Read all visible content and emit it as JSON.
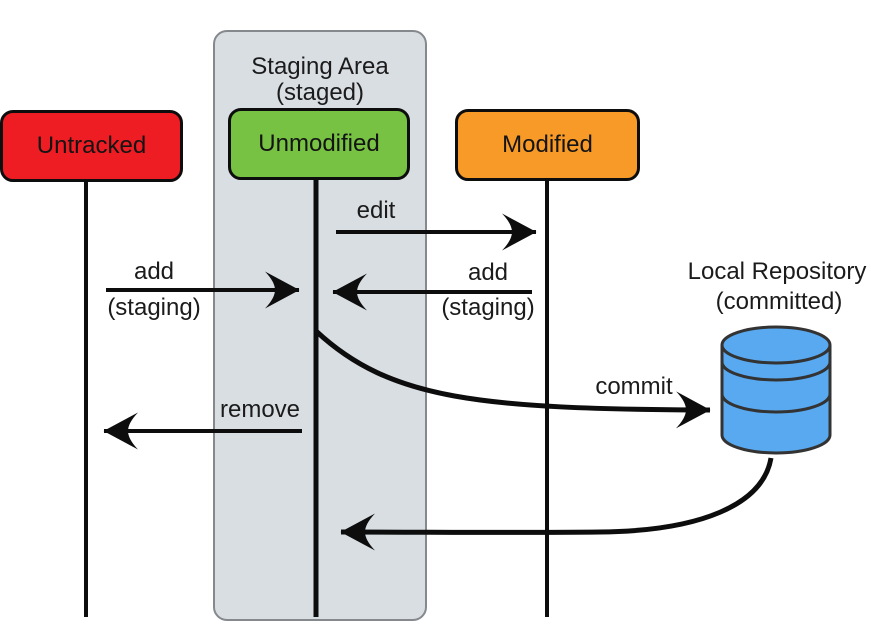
{
  "diagram": {
    "type": "git-file-state-lifecycle",
    "background": "#ffffff",
    "line_color": "#0d0d0d",
    "text_color": "#1b1b1b"
  },
  "staging_panel": {
    "title_line1": "Staging Area",
    "title_line2": "(staged)",
    "fill": "#d9dee3",
    "border_color": "#85898e"
  },
  "states": [
    {
      "label": "Untracked",
      "fill": "#ee1c23"
    },
    {
      "label": "Unmodified",
      "fill": "#77c243"
    },
    {
      "label": "Modified",
      "fill": "#f89a28"
    }
  ],
  "repository": {
    "label_line1": "Local Repository",
    "label_line2": "(committed)",
    "icon": "database-cylinder-icon",
    "fill": "#58a9f0"
  },
  "transitions": {
    "edit": {
      "label": "edit",
      "from": "Unmodified",
      "to": "Modified"
    },
    "add_from_untracked": {
      "label": "add",
      "sublabel": "(staging)",
      "from": "Untracked",
      "to": "Unmodified"
    },
    "add_from_modified": {
      "label": "add",
      "sublabel": "(staging)",
      "from": "Modified",
      "to": "Unmodified"
    },
    "remove": {
      "label": "remove",
      "from": "Unmodified",
      "to": "Untracked"
    },
    "commit": {
      "label": "commit",
      "from": "Unmodified",
      "to": "Local Repository"
    },
    "checkout_return": {
      "label": "",
      "from": "Local Repository",
      "to": "Unmodified"
    }
  }
}
